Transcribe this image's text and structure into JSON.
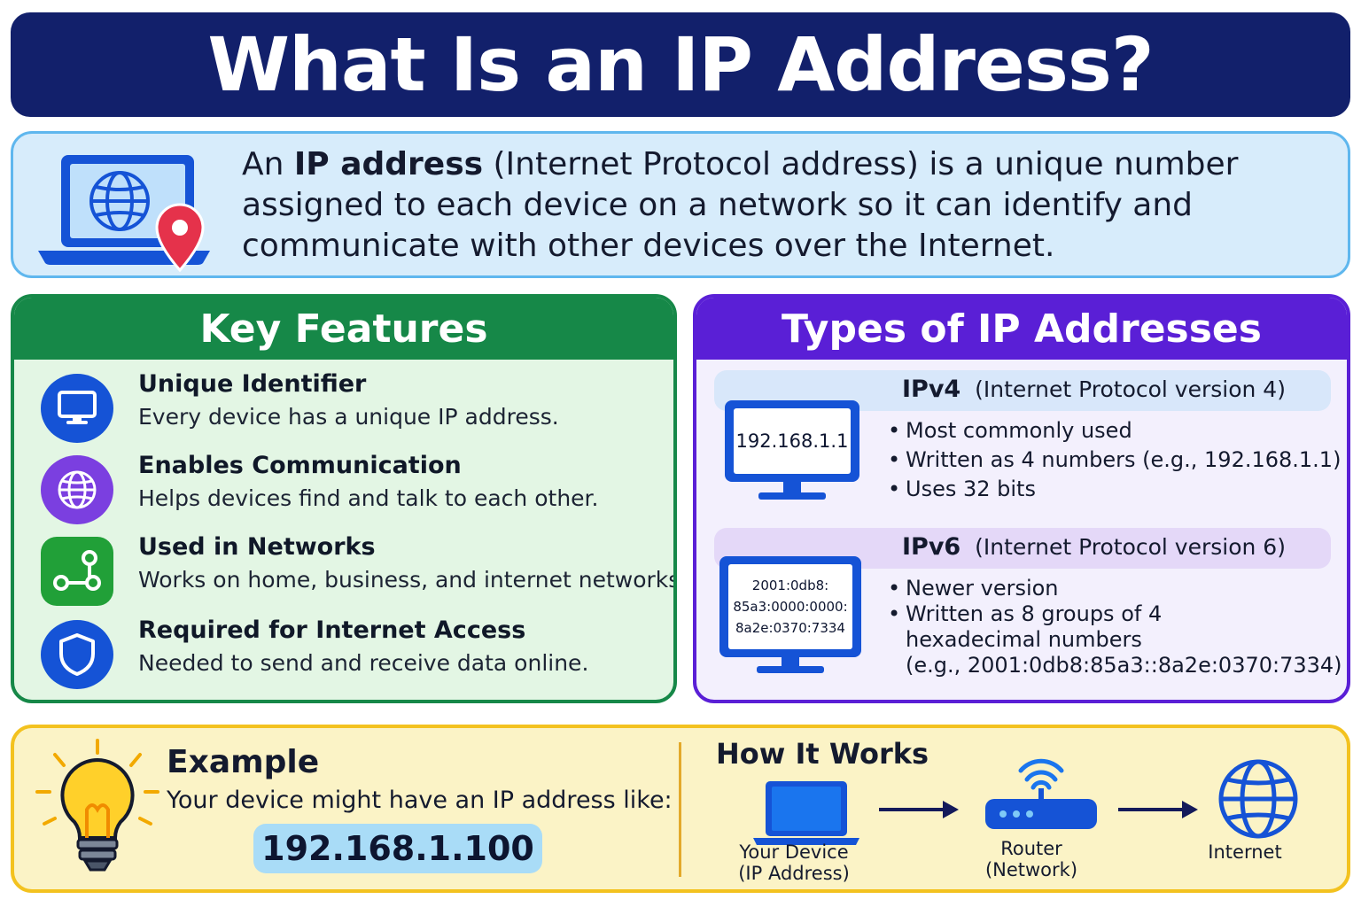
{
  "title": "What Is an IP Address?",
  "intro": {
    "lead": "An ",
    "term": "IP address",
    "rest": " (Internet Protocol address) is a unique number assigned to each device on a network so it can identify and communicate with other devices over the Internet."
  },
  "key_features": {
    "heading": "Key Features",
    "items": [
      {
        "title": "Unique Identifier",
        "desc": "Every device has a unique IP address.",
        "icon": "monitor-icon",
        "color": "#1553d6"
      },
      {
        "title": "Enables Communication",
        "desc": "Helps devices find and talk to each other.",
        "icon": "globe-icon",
        "color": "#7b3fe0"
      },
      {
        "title": "Used in Networks",
        "desc": "Works on home, business, and  internet networks.",
        "icon": "network-nodes-icon",
        "color": "#21a038"
      },
      {
        "title": "Required for Internet Access",
        "desc": "Needed to send and receive data online.",
        "icon": "shield-icon",
        "color": "#1553d6"
      }
    ]
  },
  "types": {
    "heading": "Types of IP Addresses",
    "ipv4": {
      "name": "IPv4",
      "full": "(Internet Protocol version 4)",
      "screen": "192.168.1.1",
      "bullets": [
        "Most commonly used",
        "Written as 4 numbers (e.g., 192.168.1.1)",
        "Uses 32 bits"
      ]
    },
    "ipv6": {
      "name": "IPv6",
      "full": "(Internet Protocol version 6)",
      "screen_lines": [
        "2001:0db8:",
        "85a3:0000:0000:",
        "8a2e:0370:7334"
      ],
      "bullet1": "Newer version",
      "bullet2": "Written as 8 groups of 4",
      "bullet2_cont1": "hexadecimal numbers",
      "bullet2_cont2": "(e.g., 2001:0db8:85a3::8a2e:0370:7334)"
    }
  },
  "example": {
    "heading": "Example",
    "desc": "Your device might have an IP address like:",
    "ip": "192.168.1.100"
  },
  "how_it_works": {
    "heading": "How It Works",
    "device_label_1": "Your Device",
    "device_label_2": "(IP Address)",
    "router_label_1": "Router",
    "router_label_2": "(Network)",
    "internet_label": "Internet"
  },
  "colors": {
    "title_bg": "#12206b",
    "features_green": "#168848",
    "types_purple": "#5a1fd6",
    "example_yellow": "#f3c21f",
    "accent_blue": "#1553d6",
    "pin_red": "#e5324b"
  }
}
